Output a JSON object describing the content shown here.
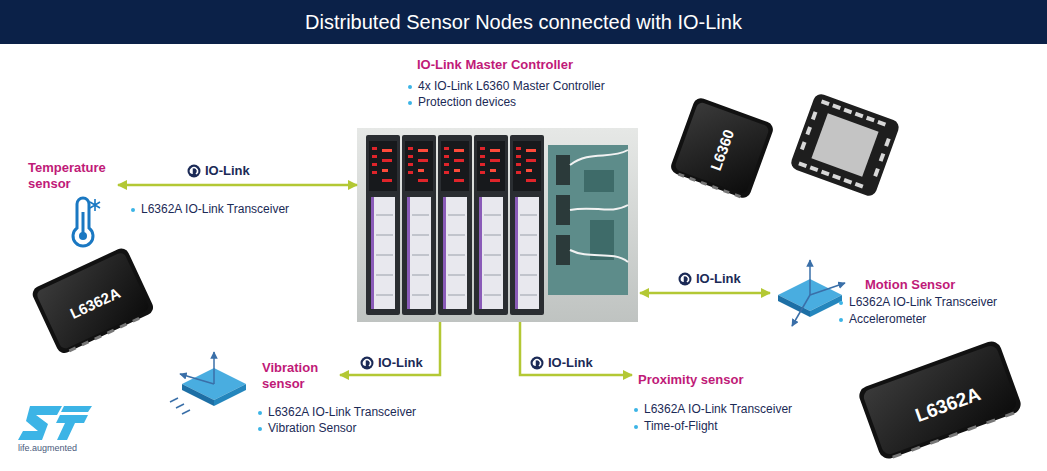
{
  "diagram": {
    "title": "Distributed Sensor Nodes connected with IO-Link",
    "nodes": [
      {
        "text": [
          "IO-Link Master Controller",
          "4x IO-Link L6360 Master Controller",
          "Protection devices"
        ]
      },
      {
        "text": [
          "Temperature sensor",
          "L6362A IO-Link Transceiver"
        ]
      },
      {
        "text": [
          "Motion Sensor",
          "L6362A IO-Link Transceiver",
          "Accelerometer"
        ]
      },
      {
        "text": [
          "Vibration sensor",
          "L6362A IO-Link Transceiver",
          "Vibration Sensor"
        ]
      },
      {
        "text": [
          "Proximity sensor",
          "L6362A IO-Link Transceiver",
          "Time-of-Flight"
        ]
      }
    ],
    "edges": [
      {
        "from": 0,
        "to": 1,
        "arrow": "both",
        "label": "IO-Link"
      },
      {
        "from": 0,
        "to": 2,
        "arrow": "both",
        "label": "IO-Link"
      },
      {
        "from": 0,
        "to": 3,
        "arrow": "to",
        "label": "IO-Link"
      },
      {
        "from": 0,
        "to": 4,
        "arrow": "to",
        "label": "IO-Link"
      }
    ],
    "labels": [
      "L6360",
      "L6362A",
      "L6362A",
      "life.augmented"
    ]
  }
}
